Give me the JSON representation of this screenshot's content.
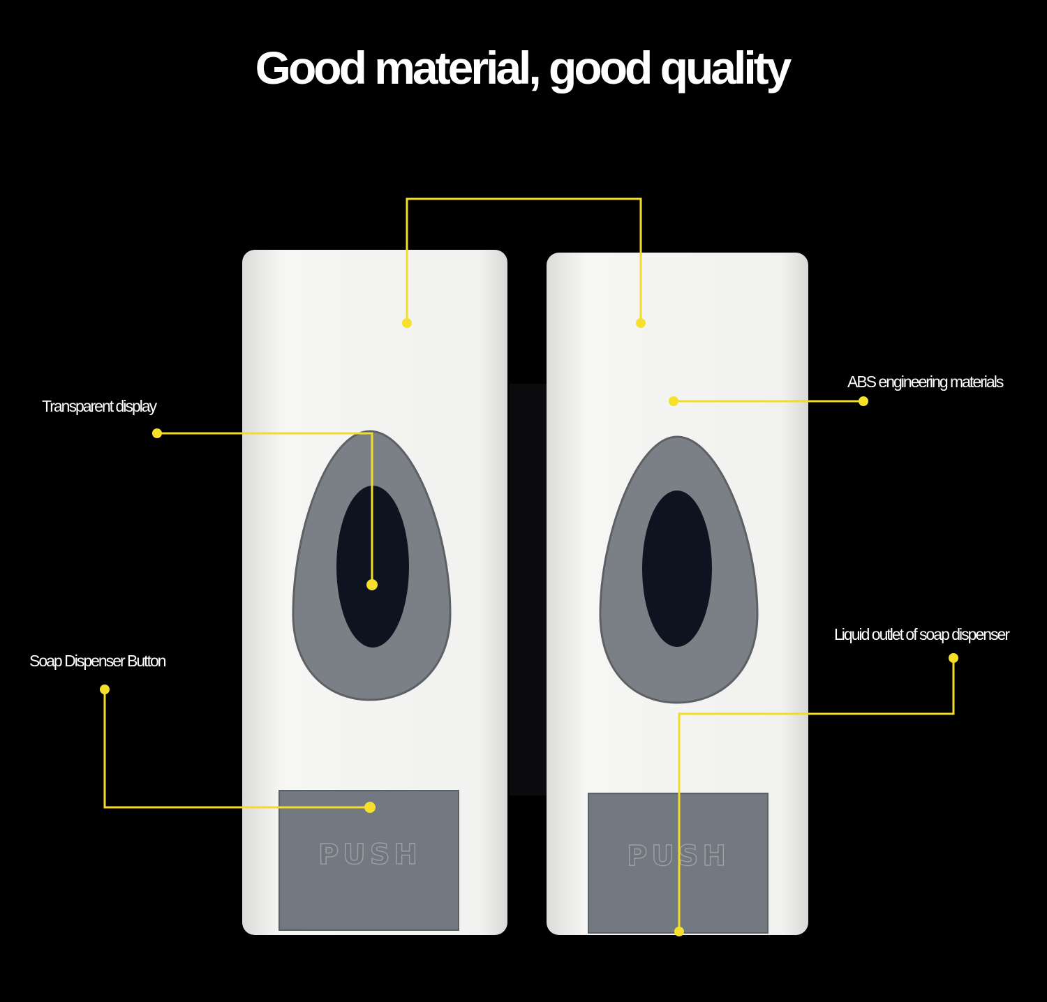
{
  "title": "Good material, good quality",
  "labels": {
    "transparent_display": "Transparent display",
    "abs_materials": "ABS engineering materials",
    "liquid_outlet": "Liquid outlet of soap dispenser",
    "dispenser_button": "Soap Dispenser Button"
  },
  "button_text": "PUSH",
  "colors": {
    "accent": "#f2dc2a",
    "body": "#f3f3f1",
    "window": "#7d8186",
    "button": "#727880"
  }
}
